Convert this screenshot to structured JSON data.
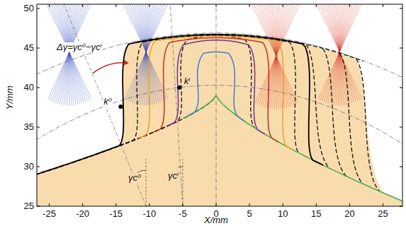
{
  "diagram": {
    "labels": [
      "50",
      "45",
      "40",
      "35",
      "30",
      "25",
      "-25",
      "-20",
      "-15",
      "-10",
      "-5",
      "0",
      "5",
      "10",
      "15",
      "20",
      "25",
      "Y/mm",
      "X/mm",
      "Δγ=γc⁰−γcⁱ",
      "k⁰",
      "kⁱ",
      "γc⁰",
      "γcⁱ"
    ]
  }
}
